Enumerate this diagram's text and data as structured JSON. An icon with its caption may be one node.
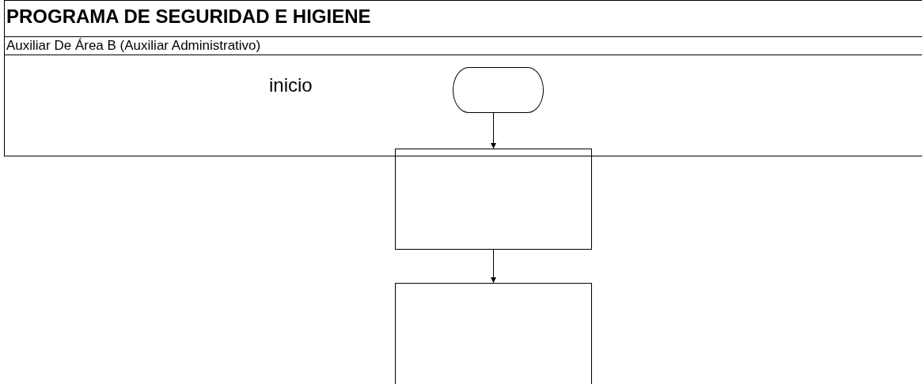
{
  "diagram": {
    "title": "PROGRAMA DE SEGURIDAD E HIGIENE",
    "nodes": [
      {
        "text": [
          "Auxiliar De Área B (Auxiliar Administrativo)"
        ]
      },
      {
        "text": [],
        "shape": "terminator",
        "in": 0
      },
      {
        "text": [],
        "shape": "box"
      },
      {
        "text": [],
        "shape": "box"
      }
    ],
    "edges": [
      {
        "from": 1,
        "to": 2,
        "arrow": "to"
      },
      {
        "from": 2,
        "to": 3,
        "arrow": "to"
      }
    ],
    "labels": [
      "inicio"
    ]
  }
}
